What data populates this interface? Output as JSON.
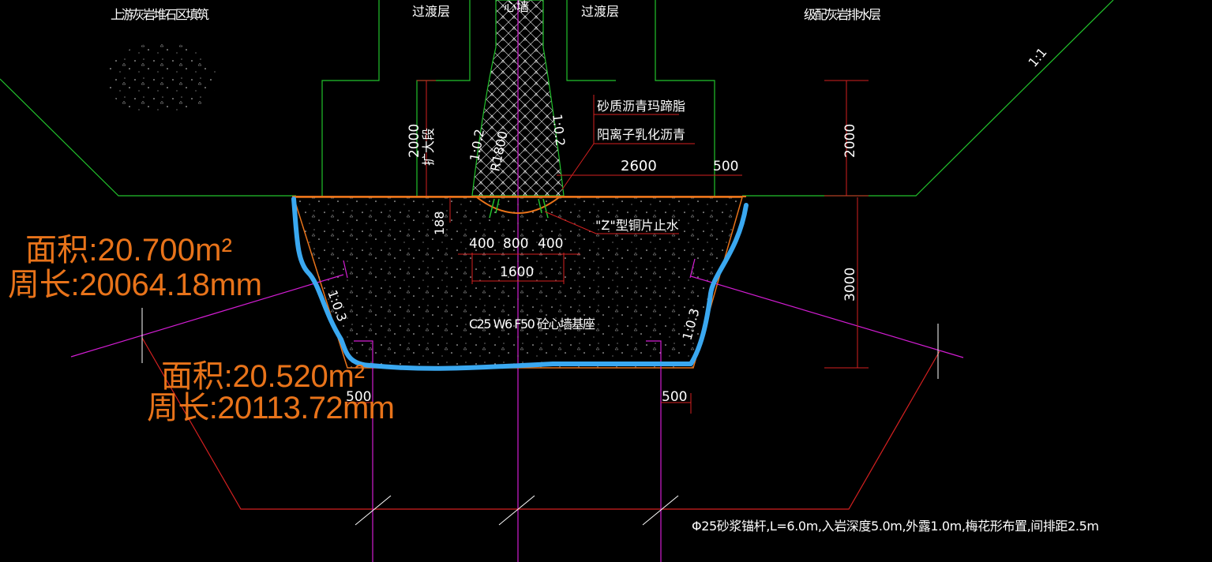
{
  "labels": {
    "upstream_fill": "上游灰岩堆石区填筑",
    "transition_left": "过渡层",
    "core_wall": "心墙",
    "transition_right": "过渡层",
    "graded_drain": "级配灰岩排水层",
    "slope_right": "1:1",
    "sand_asphalt": "砂质沥青玛蹄脂",
    "cationic_asphalt": "阳离子乳化沥青",
    "enlarged_section": "扩大段",
    "slope_core_left": "1:0.2",
    "slope_core_right": "1:0.2",
    "radius": "R1800",
    "copper_stop": "\"Z\"型铜片止水",
    "base_concrete": "C25 W6 F50 砼心墙基座",
    "slope_base_left": "1:0.3",
    "slope_base_right": "1:0.3",
    "anchor_note": "Φ25砂浆锚杆,L=6.0m,入岩深度5.0m,外露1.0m,梅花形布置,间排距2.5m"
  },
  "dimensions": {
    "left_2000": "2000",
    "right_2000": "2000",
    "right_3000": "3000",
    "d2600": "2600",
    "d500_top": "500",
    "d188": "188",
    "d400_left": "400",
    "d800": "800",
    "d400_right": "400",
    "d1600": "1600",
    "d500_left": "500",
    "d500_right": "500"
  },
  "measurements": {
    "area1": "面积:20.700m²",
    "perimeter1": "周长:20064.18mm",
    "area2": "面积:20.520m²",
    "perimeter2": "周长:20113.72mm"
  },
  "colors": {
    "background": "#000000",
    "green": "#22c22c",
    "orange": "#e8731a",
    "red": "#d42020",
    "magenta": "#d21dd2",
    "blue_highlight": "#3aa8f0",
    "white": "#ffffff"
  }
}
